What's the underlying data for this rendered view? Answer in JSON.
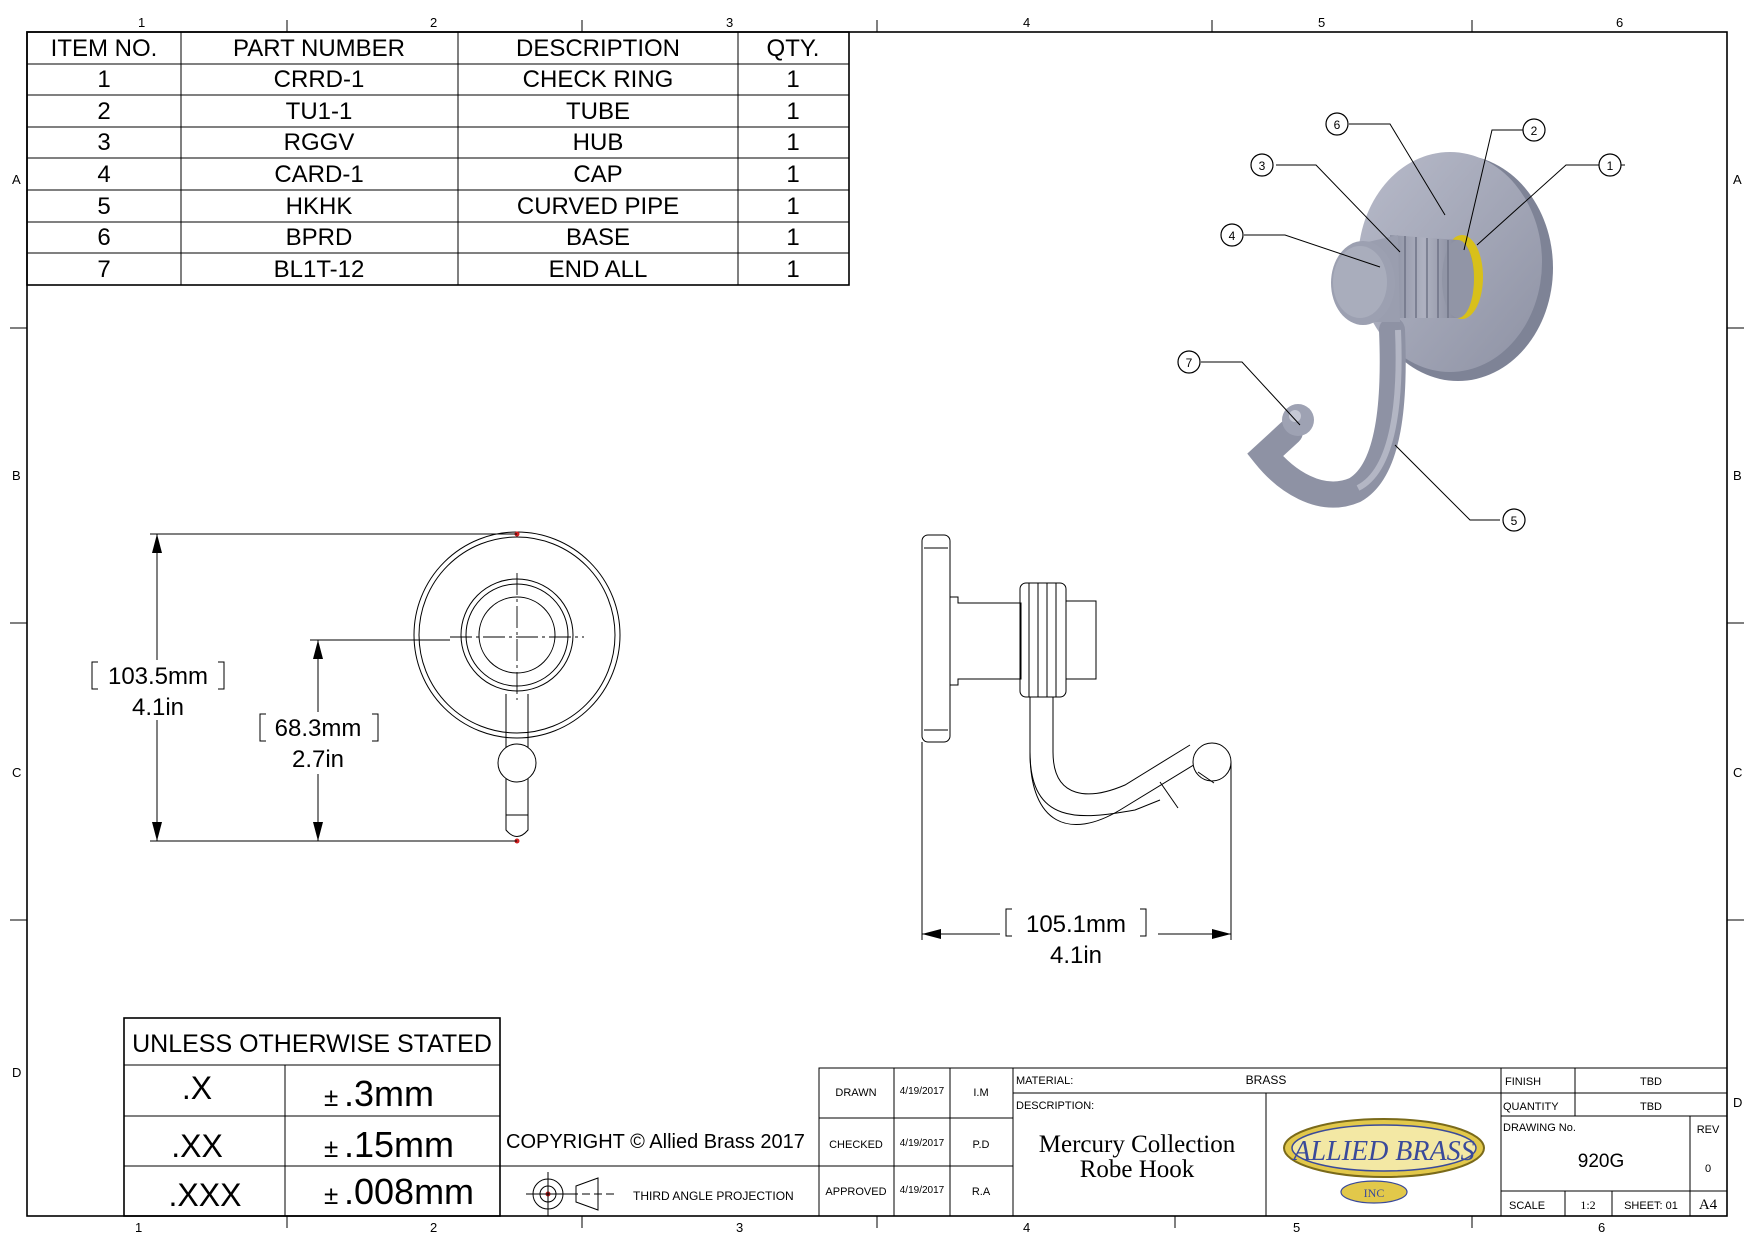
{
  "border": {
    "columns": [
      "1",
      "2",
      "3",
      "4",
      "5",
      "6"
    ],
    "rows": [
      "A",
      "B",
      "C",
      "D"
    ]
  },
  "bom": {
    "headers": [
      "ITEM NO.",
      "PART NUMBER",
      "DESCRIPTION",
      "QTY."
    ],
    "rows": [
      [
        "1",
        "CRRD-1",
        "CHECK RING",
        "1"
      ],
      [
        "2",
        "TU1-1",
        "TUBE",
        "1"
      ],
      [
        "3",
        "RGGV",
        "HUB",
        "1"
      ],
      [
        "4",
        "CARD-1",
        "CAP",
        "1"
      ],
      [
        "5",
        "HKHK",
        "CURVED PIPE",
        "1"
      ],
      [
        "6",
        "BPRD",
        "BASE",
        "1"
      ],
      [
        "7",
        "BL1T-12",
        "END ALL",
        "1"
      ]
    ]
  },
  "balloons": [
    "1",
    "2",
    "3",
    "4",
    "5",
    "6",
    "7"
  ],
  "dimensions": {
    "front_height_mm": "103.5mm",
    "front_height_in": "4.1in",
    "front_center_mm": "68.3mm",
    "front_center_in": "2.7in",
    "side_depth_mm": "105.1mm",
    "side_depth_in": "4.1in"
  },
  "tolerance": {
    "header": "UNLESS OTHERWISE STATED",
    "rows": [
      {
        "precision": ".X",
        "sign": "±",
        "value": ".3mm"
      },
      {
        "precision": ".XX",
        "sign": "±",
        "value": ".15mm"
      },
      {
        "precision": ".XXX",
        "sign": "±",
        "value": ".008mm"
      }
    ]
  },
  "copyright": "COPYRIGHT © Allied Brass 2017",
  "projection": "THIRD ANGLE PROJECTION",
  "signoff": [
    {
      "role": "DRAWN",
      "date": "4/19/2017",
      "initials": "I.M"
    },
    {
      "role": "CHECKED",
      "date": "4/19/2017",
      "initials": "P.D"
    },
    {
      "role": "APPROVED",
      "date": "4/19/2017",
      "initials": "R.A"
    }
  ],
  "title_block": {
    "material_label": "MATERIAL:",
    "material": "BRASS",
    "description_label": "DESCRIPTION:",
    "description_line1": "Mercury Collection",
    "description_line2": "Robe Hook",
    "logo_text": "ALLIED BRASS",
    "logo_sub": "INC",
    "finish_label": "FINISH",
    "finish": "TBD",
    "quantity_label": "QUANTITY",
    "quantity": "TBD",
    "drawing_no_label": "DRAWING No.",
    "drawing_no": "920G",
    "rev_label": "REV",
    "rev": "0",
    "scale_label": "SCALE",
    "scale": "1:2",
    "sheet": "SHEET: 01",
    "size": "A4"
  },
  "colors": {
    "part_fill": "#a2a6b8",
    "part_light": "#c4c7d4",
    "part_dark": "#7e8396",
    "ring_gold": "#d8c01a",
    "logo_gold": "#e2c84a",
    "logo_blue": "#3a4a9a",
    "center_red": "#d02020"
  }
}
